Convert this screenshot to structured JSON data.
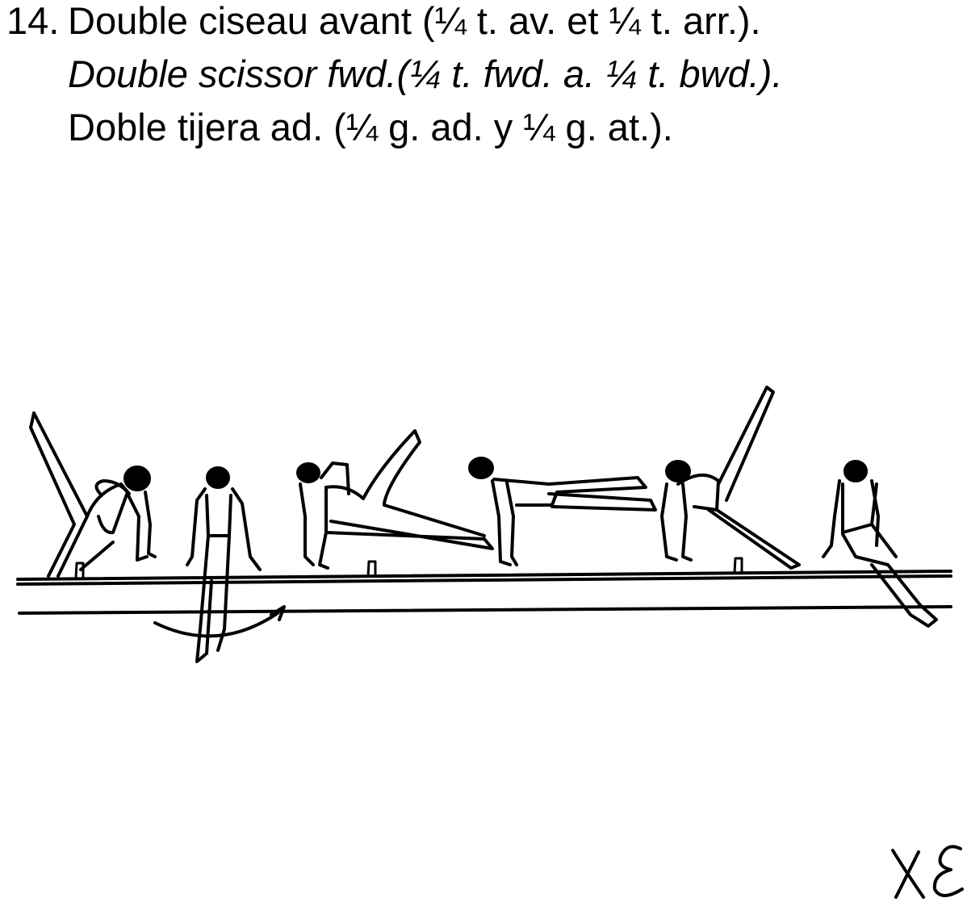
{
  "element": {
    "number": "14.",
    "lines": [
      {
        "lang": "fr",
        "text": "Double ciseau avant (¼ t. av. et ¼ t. arr.)."
      },
      {
        "lang": "en",
        "text": "Double scissor fwd.(¼ t. fwd. a. ¼ t. bwd.)."
      },
      {
        "lang": "es",
        "text": "Doble tijera ad. (¼ g. ad. y ¼ g. at.)."
      }
    ]
  },
  "illustration": {
    "icon": "pommel-horse-gymnast-sequence-icon",
    "stroke_color": "#000000",
    "figure_count": 6
  },
  "signature": {
    "text": "XE",
    "icon": "handwritten-initials-icon"
  }
}
